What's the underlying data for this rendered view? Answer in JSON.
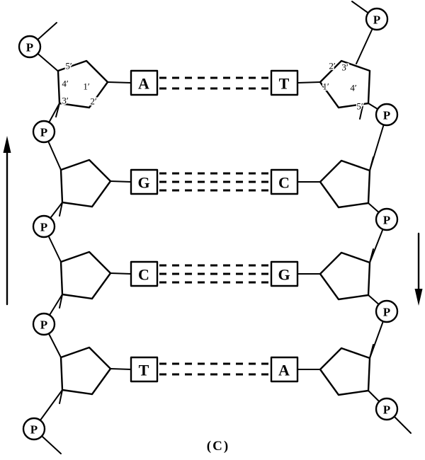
{
  "caption": "(C)",
  "phosphate_label": "P",
  "base_pairs": [
    {
      "left": "A",
      "right": "T",
      "hydrogen_bonds": 2
    },
    {
      "left": "G",
      "right": "C",
      "hydrogen_bonds": 3
    },
    {
      "left": "C",
      "right": "G",
      "hydrogen_bonds": 3
    },
    {
      "left": "T",
      "right": "A",
      "hydrogen_bonds": 2
    }
  ],
  "sugar_carbon_labels": {
    "left": [
      "5′",
      "4′",
      "3′",
      "1′",
      "2′"
    ],
    "right": [
      "2′",
      "3′",
      "1′",
      "4′",
      "5′"
    ]
  },
  "strand_direction": {
    "left": "up",
    "right": "down"
  },
  "colors": {
    "ink": "#000000",
    "background": "#ffffff"
  }
}
